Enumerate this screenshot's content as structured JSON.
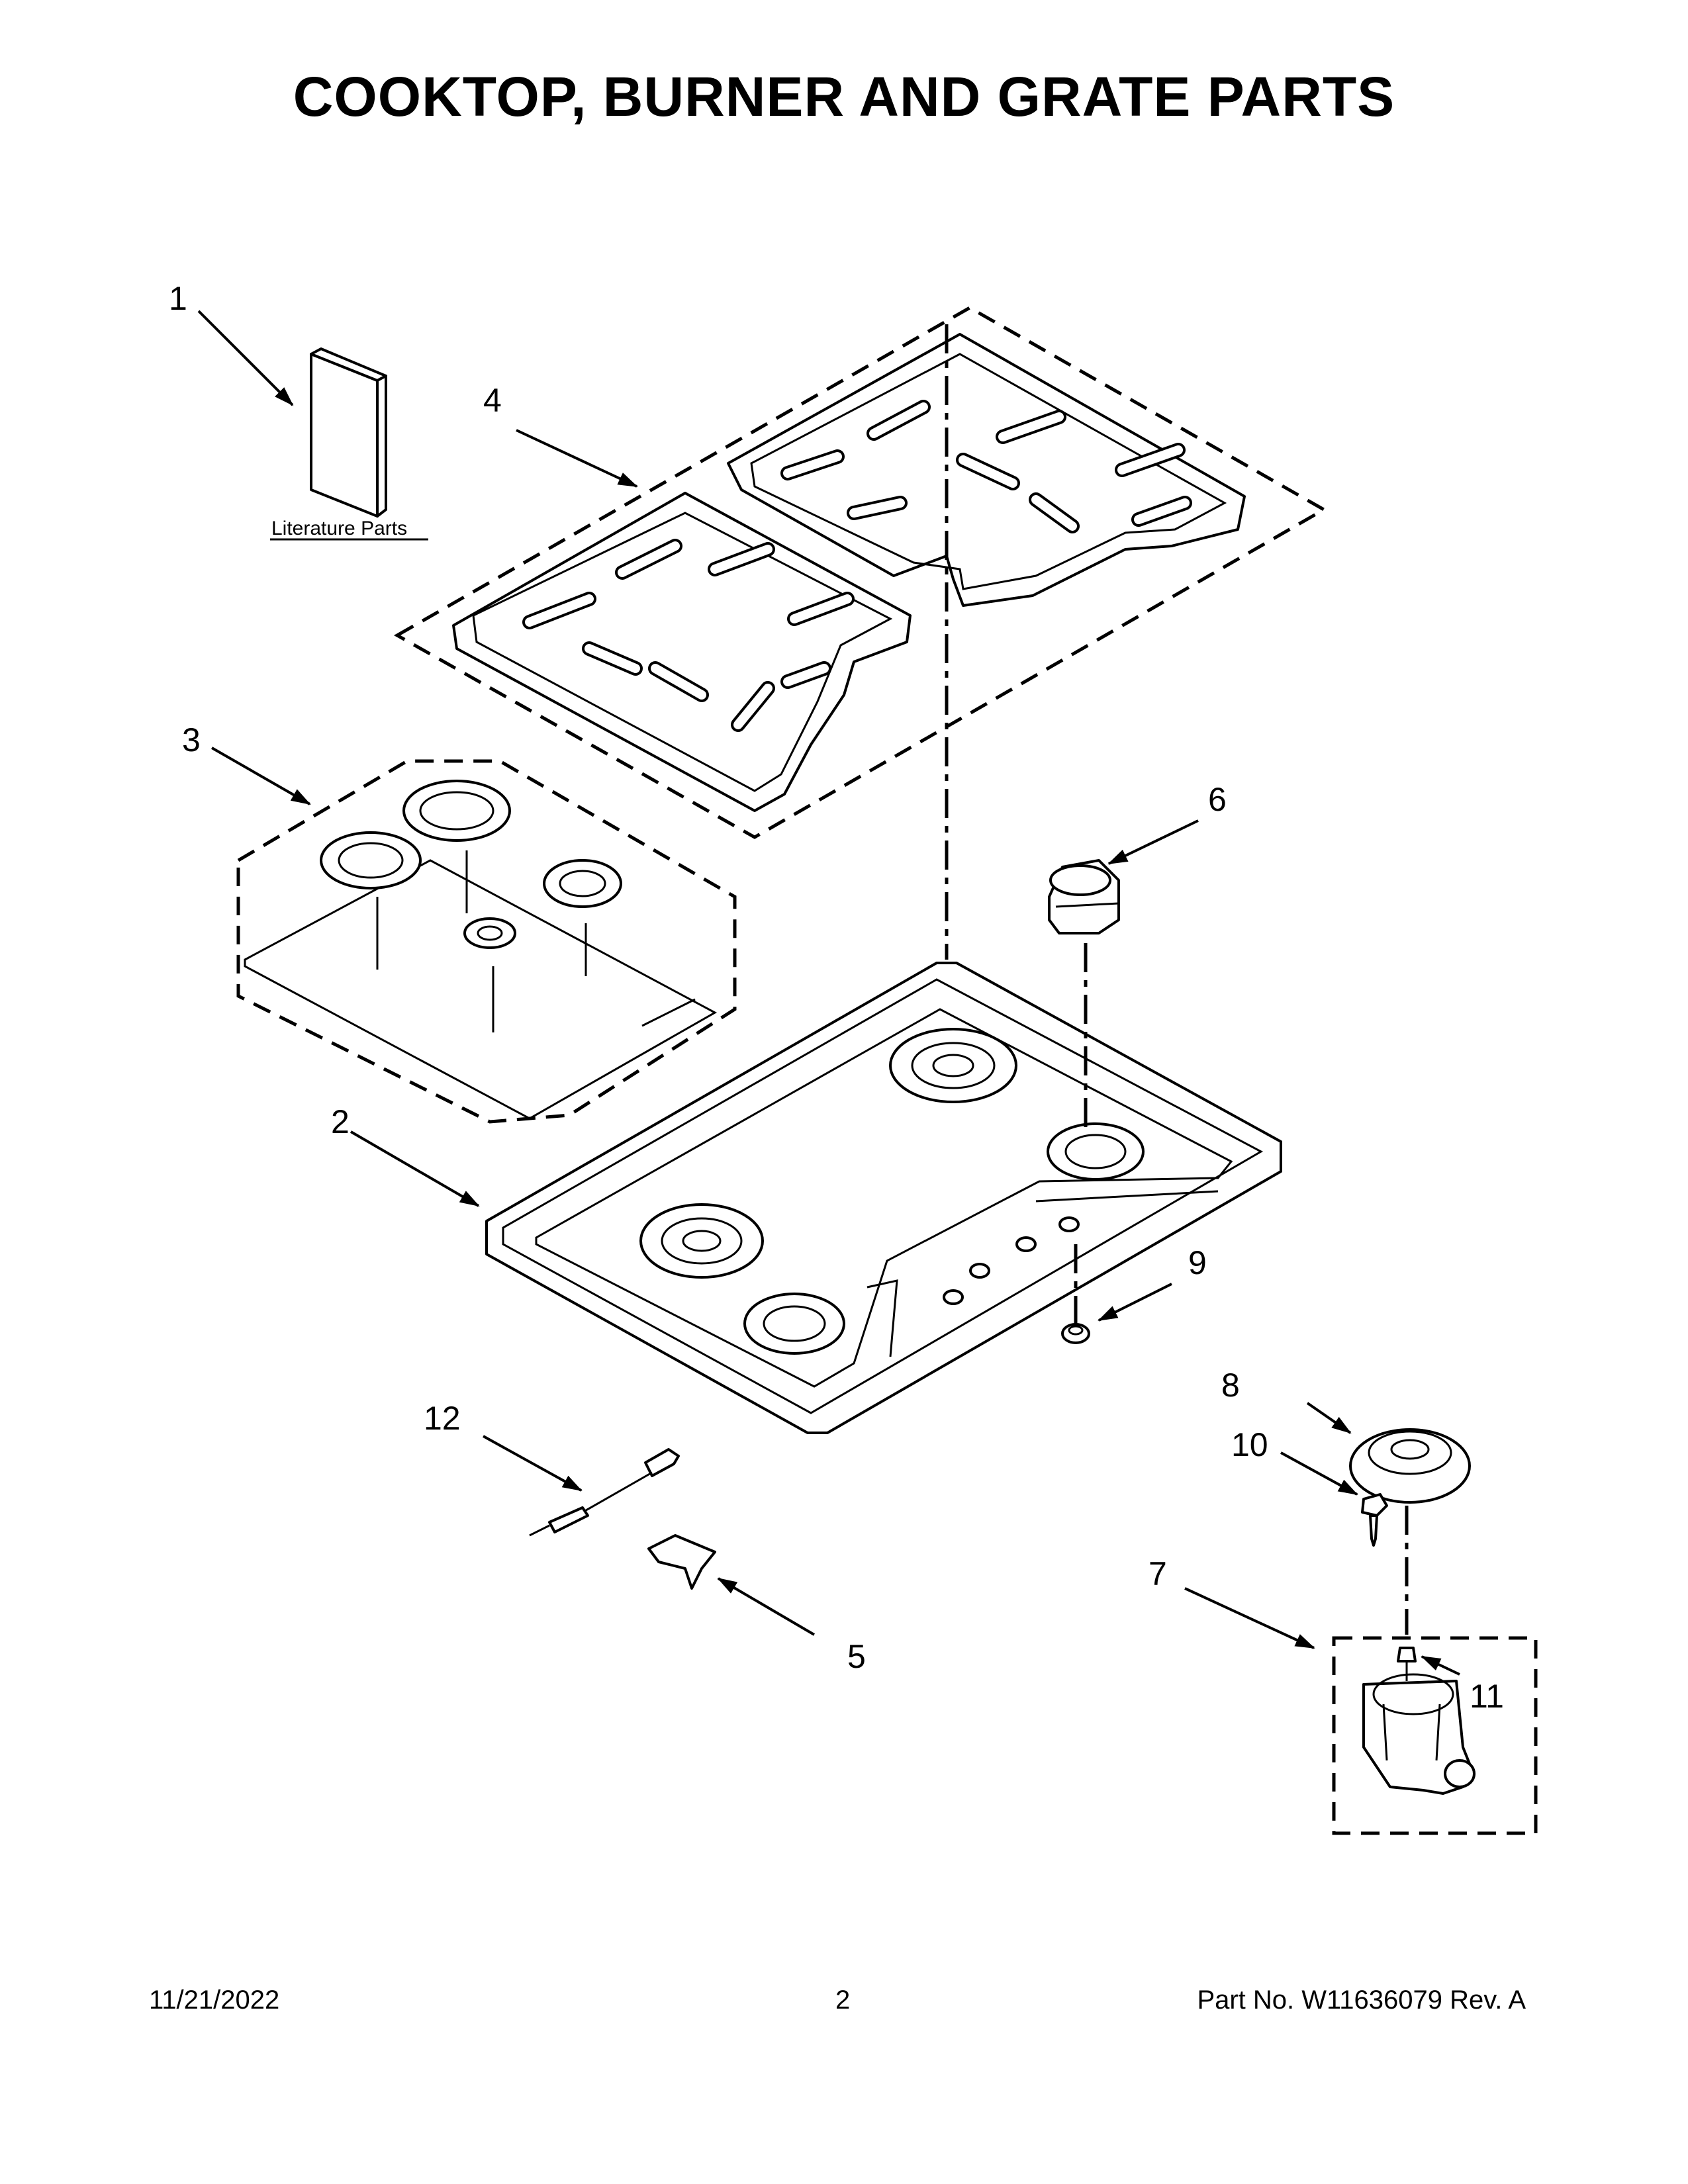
{
  "title": "COOKTOP, BURNER AND GRATE PARTS",
  "callouts": {
    "c1": "1",
    "c2": "2",
    "c3": "3",
    "c4": "4",
    "c5": "5",
    "c6": "6",
    "c7": "7",
    "c8": "8",
    "c9": "9",
    "c10": "10",
    "c11": "11",
    "c12": "12"
  },
  "literature_label": "Literature Parts",
  "footer": {
    "date": "11/21/2022",
    "page": "2",
    "part": "Part No.  W11636079  Rev.  A"
  }
}
